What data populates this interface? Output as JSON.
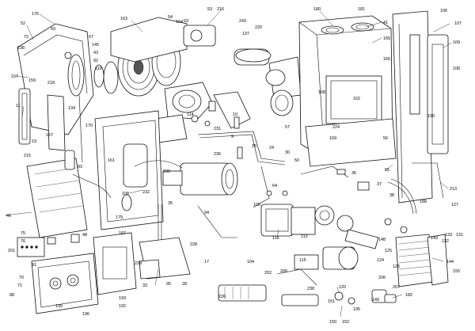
{
  "callouts": [
    {
      "id": "c176",
      "label": "176"
    },
    {
      "id": "c69",
      "label": "69"
    },
    {
      "id": "c52",
      "label": "52"
    },
    {
      "id": "c163",
      "label": "163"
    },
    {
      "id": "c54",
      "label": "54"
    },
    {
      "id": "c164",
      "label": "164"
    },
    {
      "id": "c53",
      "label": "53"
    },
    {
      "id": "c216",
      "label": "216"
    },
    {
      "id": "c243",
      "label": "243"
    },
    {
      "id": "c180",
      "label": "180"
    },
    {
      "id": "c181",
      "label": "181"
    },
    {
      "id": "c41",
      "label": "41"
    },
    {
      "id": "c165",
      "label": "165"
    },
    {
      "id": "c166",
      "label": "166"
    },
    {
      "id": "c106",
      "label": "106"
    },
    {
      "id": "c107",
      "label": "107"
    },
    {
      "id": "c109",
      "label": "109"
    },
    {
      "id": "c108",
      "label": "108"
    },
    {
      "id": "c220",
      "label": "220"
    },
    {
      "id": "c72",
      "label": "72"
    },
    {
      "id": "c138",
      "label": "138"
    },
    {
      "id": "c67",
      "label": "67"
    },
    {
      "id": "c145",
      "label": "145"
    },
    {
      "id": "c43",
      "label": "43"
    },
    {
      "id": "c92",
      "label": "92"
    },
    {
      "id": "c119",
      "label": "119"
    },
    {
      "id": "c157",
      "label": "157"
    },
    {
      "id": "c159",
      "label": "159"
    },
    {
      "id": "c218",
      "label": "218"
    },
    {
      "id": "c11",
      "label": "11"
    },
    {
      "id": "c134",
      "label": "134"
    },
    {
      "id": "c19",
      "label": "19"
    },
    {
      "id": "c215",
      "label": "215"
    },
    {
      "id": "c93",
      "label": "93"
    },
    {
      "id": "c170",
      "label": "170"
    },
    {
      "id": "c167",
      "label": "167"
    },
    {
      "id": "c161",
      "label": "161"
    },
    {
      "id": "c108b",
      "label": "108"
    },
    {
      "id": "c179",
      "label": "179"
    },
    {
      "id": "c230",
      "label": "230"
    },
    {
      "id": "c232",
      "label": "232"
    },
    {
      "id": "c231",
      "label": "231"
    },
    {
      "id": "c236",
      "label": "236"
    },
    {
      "id": "c114",
      "label": "114"
    },
    {
      "id": "c162",
      "label": "162"
    },
    {
      "id": "c168",
      "label": "168"
    },
    {
      "id": "c224",
      "label": "224"
    },
    {
      "id": "c169",
      "label": "169"
    },
    {
      "id": "c57",
      "label": "57"
    },
    {
      "id": "c56",
      "label": "56"
    },
    {
      "id": "c50",
      "label": "50"
    },
    {
      "id": "c55",
      "label": "55"
    },
    {
      "id": "c190",
      "label": "190"
    },
    {
      "id": "c213",
      "label": "213"
    },
    {
      "id": "c127",
      "label": "127"
    },
    {
      "id": "c188",
      "label": "188"
    },
    {
      "id": "c131",
      "label": "131"
    },
    {
      "id": "c133",
      "label": "133"
    },
    {
      "id": "c132",
      "label": "132"
    },
    {
      "id": "c143",
      "label": "143"
    },
    {
      "id": "c144",
      "label": "144"
    },
    {
      "id": "c155",
      "label": "155"
    },
    {
      "id": "c75",
      "label": "75"
    },
    {
      "id": "c76",
      "label": "76"
    },
    {
      "id": "c201",
      "label": "201"
    },
    {
      "id": "c48",
      "label": "48"
    },
    {
      "id": "c187",
      "label": "187"
    },
    {
      "id": "c229",
      "label": "229"
    },
    {
      "id": "c91",
      "label": "91"
    },
    {
      "id": "c70",
      "label": "70"
    },
    {
      "id": "c71",
      "label": "71"
    },
    {
      "id": "c88",
      "label": "88"
    },
    {
      "id": "c196",
      "label": "196"
    },
    {
      "id": "c192",
      "label": "192"
    },
    {
      "id": "c193",
      "label": "193"
    },
    {
      "id": "c199",
      "label": "199"
    },
    {
      "id": "c228",
      "label": "228"
    },
    {
      "id": "c226",
      "label": "226"
    },
    {
      "id": "c116",
      "label": "116"
    },
    {
      "id": "c100",
      "label": "100"
    },
    {
      "id": "c113",
      "label": "113"
    },
    {
      "id": "c115",
      "label": "115"
    },
    {
      "id": "c202",
      "label": "202"
    },
    {
      "id": "c200",
      "label": "200"
    },
    {
      "id": "c151",
      "label": "151"
    },
    {
      "id": "c120",
      "label": "120"
    },
    {
      "id": "c195",
      "label": "195"
    },
    {
      "id": "c206",
      "label": "206"
    },
    {
      "id": "c207",
      "label": "207"
    },
    {
      "id": "c182",
      "label": "182"
    },
    {
      "id": "c46",
      "label": "46"
    },
    {
      "id": "c95",
      "label": "95"
    },
    {
      "id": "c33",
      "label": "33"
    },
    {
      "id": "c94",
      "label": "94"
    },
    {
      "id": "c35",
      "label": "35"
    },
    {
      "id": "c17",
      "label": "17"
    },
    {
      "id": "c63",
      "label": "63"
    },
    {
      "id": "c137",
      "label": "137"
    },
    {
      "id": "c104",
      "label": "104"
    },
    {
      "id": "c150",
      "label": "150"
    },
    {
      "id": "c152",
      "label": "152"
    },
    {
      "id": "c124",
      "label": "124"
    },
    {
      "id": "c148",
      "label": "148"
    },
    {
      "id": "c125",
      "label": "125"
    },
    {
      "id": "c126",
      "label": "126"
    },
    {
      "id": "c238",
      "label": "238"
    },
    {
      "id": "c9",
      "label": "9"
    },
    {
      "id": "c10",
      "label": "10"
    },
    {
      "id": "c24",
      "label": "24"
    },
    {
      "id": "c30",
      "label": "30"
    },
    {
      "id": "c25",
      "label": "25"
    },
    {
      "id": "c28",
      "label": "28"
    },
    {
      "id": "c64",
      "label": "64"
    },
    {
      "id": "c36",
      "label": "36"
    },
    {
      "id": "c37",
      "label": "37"
    },
    {
      "id": "c38",
      "label": "38"
    },
    {
      "id": "c149",
      "label": "149"
    }
  ]
}
